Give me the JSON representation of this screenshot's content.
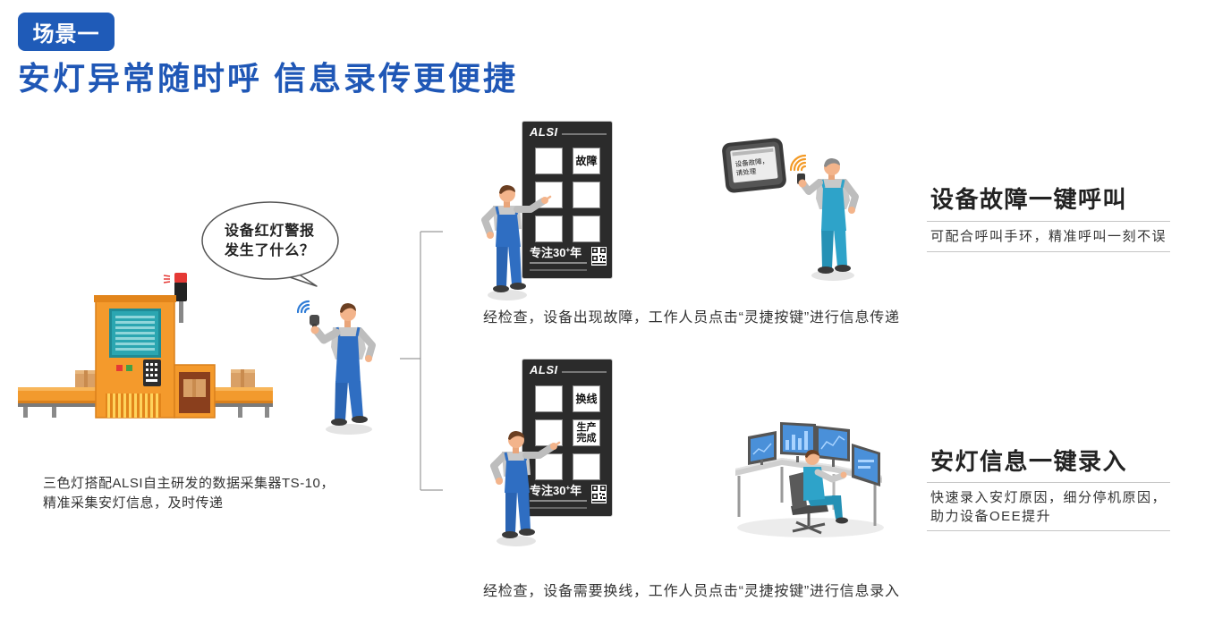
{
  "scene_badge": "场景一",
  "title": "安灯异常随时呼 信息录传更便捷",
  "speech_bubble": {
    "lines": [
      "设备红灯警报",
      "发生了什么？"
    ]
  },
  "left_caption": {
    "lines": [
      "三色灯搭配ALSI自主研发的数据采集器TS-10，",
      "精准采集安灯信息，及时传递"
    ]
  },
  "panel_top": {
    "logo": "ALSI",
    "buttons": {
      "row1_right": "故障"
    },
    "slogan": {
      "main": "专注30",
      "sup": "+",
      "end": "年"
    }
  },
  "panel_top_caption": "经检查，设备出现故障，工作人员点击“灵捷按键”进行信息传递",
  "panel_bottom": {
    "logo": "ALSI",
    "buttons": {
      "row1_right": "换线",
      "row2_right": [
        "生产",
        "完成"
      ]
    },
    "slogan": {
      "main": "专注30",
      "sup": "+",
      "end": "年"
    }
  },
  "panel_bottom_caption": "经检查，设备需要换线，工作人员点击“灵捷按键”进行信息录入",
  "device": {
    "screen_lines": [
      "设备故障，",
      "请处理"
    ]
  },
  "features": [
    {
      "heading": "设备故障一键呼叫",
      "lines": [
        "可配合呼叫手环，精准呼叫一刻不误"
      ]
    },
    {
      "heading": "安灯信息一键录入",
      "lines": [
        "快速录入安灯原因，细分停机原因，",
        "助力设备OEE提升"
      ]
    }
  ],
  "icons": [
    "wifi-icon",
    "qr-code-icon",
    "tower-light-icon"
  ],
  "colors": {
    "brand_blue": "#1f5bb8",
    "title_blue": "#1f57b6",
    "panel_dark": "#2b2b2b",
    "machine_orange": "#f49a2c",
    "screen_teal": "#2ba6b1",
    "overall_blue": "#2f6ec2",
    "overall_teal": "#2ea3c9",
    "wifi_blue": "#2d7bd6",
    "wifi_orange": "#f39a26"
  }
}
